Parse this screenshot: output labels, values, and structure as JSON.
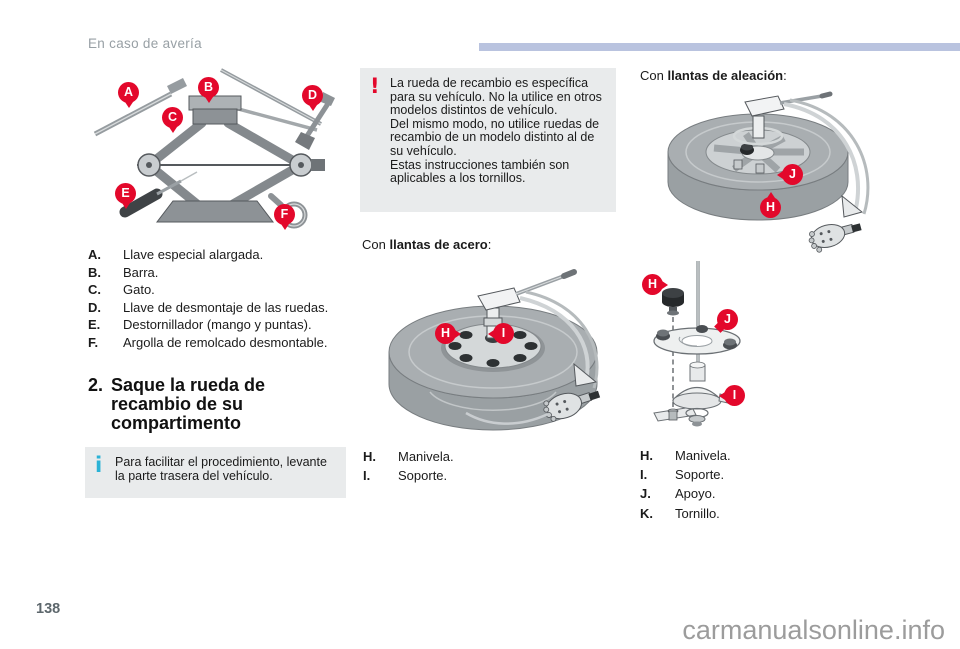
{
  "header": {
    "title": "En caso de avería"
  },
  "footer": {
    "page_number": "138",
    "watermark": "carmanualsonline.info"
  },
  "colors": {
    "accent_red": "#e3082b",
    "info_cyan": "#2ab2d6",
    "box_background": "#e9ebec",
    "top_bar": "#b9c3df",
    "header_gray": "#98a0a5",
    "page_number_gray": "#5d676c",
    "watermark_gray": "#9c9c9c"
  },
  "tools": {
    "pins": [
      "A",
      "B",
      "C",
      "D",
      "E",
      "F"
    ],
    "list": [
      {
        "key": "A.",
        "label": "Llave especial alargada."
      },
      {
        "key": "B.",
        "label": "Barra."
      },
      {
        "key": "C.",
        "label": "Gato."
      },
      {
        "key": "D.",
        "label": "Llave de desmontaje de las ruedas."
      },
      {
        "key": "E.",
        "label": "Destornillador (mango y puntas)."
      },
      {
        "key": "F.",
        "label": "Argolla de remolcado desmontable."
      }
    ]
  },
  "section2": {
    "number": "2.",
    "lines": [
      "Saque la rueda de",
      "recambio de su",
      "compartimento"
    ]
  },
  "info_box": {
    "icon_glyph": "i",
    "text": "Para facilitar el procedimiento, levante la parte trasera del vehículo."
  },
  "warning_box": {
    "icon_glyph": "!",
    "paragraphs": [
      "La rueda de recambio es específica para su vehículo. No la utilice en otros modelos distintos de vehículo.",
      "Del mismo modo, no utilice ruedas de recambio de un modelo distinto al de su vehículo.",
      "Estas instrucciones también son aplicables a los tornillos."
    ]
  },
  "steel_wheels": {
    "caption_prefix": "Con ",
    "caption_bold": "llantas de acero",
    "caption_suffix": ":",
    "pins": [
      "H",
      "I"
    ],
    "list": [
      {
        "key": "H.",
        "label": "Manivela."
      },
      {
        "key": "I.",
        "label": "Soporte."
      }
    ]
  },
  "alloy_wheels": {
    "caption_prefix": "Con ",
    "caption_bold": "llantas de aleación",
    "caption_suffix": ":",
    "fig1_pins": [
      "J",
      "H"
    ],
    "fig2_pins": [
      "H",
      "J",
      "I"
    ],
    "list": [
      {
        "key": "H.",
        "label": "Manivela."
      },
      {
        "key": "I.",
        "label": "Soporte."
      },
      {
        "key": "J.",
        "label": "Apoyo."
      },
      {
        "key": "K.",
        "label": "Tornillo."
      }
    ]
  }
}
